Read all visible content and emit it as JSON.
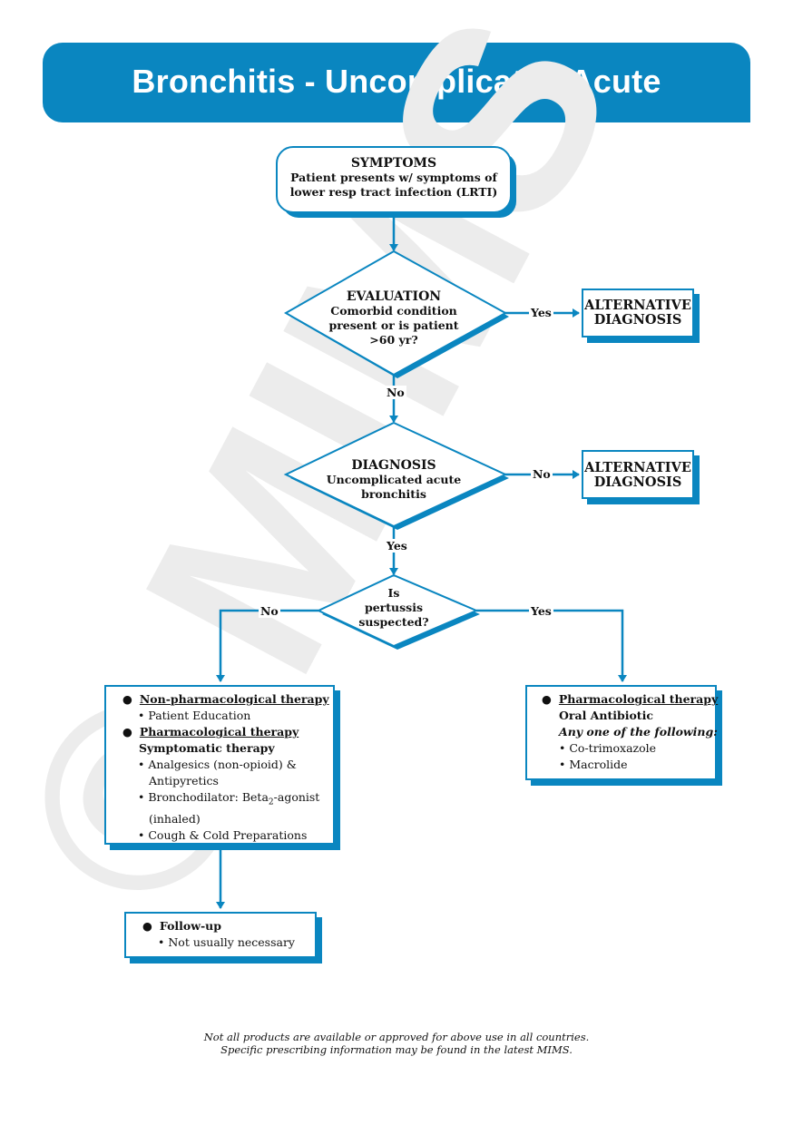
{
  "header": {
    "title": "Bronchitis - Uncomplicated Acute"
  },
  "watermark": {
    "text": "© MIMS"
  },
  "colors": {
    "accent": "#0a86c0"
  },
  "symptoms": {
    "title": "SYMPTOMS",
    "line1": "Patient presents w/ symptoms of",
    "line2": "lower resp tract infection (LRTI)"
  },
  "evaluation": {
    "title": "EVALUATION",
    "line1": "Comorbid condition",
    "line2": "present or is patient",
    "line3": ">60 yr?"
  },
  "alt1": {
    "line1": "ALTERNATIVE",
    "line2": "DIAGNOSIS"
  },
  "alt2": {
    "line1": "ALTERNATIVE",
    "line2": "DIAGNOSIS"
  },
  "diagnosis": {
    "title": "DIAGNOSIS",
    "line1": "Uncomplicated acute",
    "line2": "bronchitis"
  },
  "pertussis": {
    "line1": "Is",
    "line2": "pertussis",
    "line3": "suspected?"
  },
  "labels": {
    "eval_yes": "Yes",
    "eval_no": "No",
    "diag_no": "No",
    "diag_yes": "Yes",
    "pert_no": "No",
    "pert_yes": "Yes"
  },
  "left_box": {
    "nonpharm_heading": "Non-pharmacological therapy",
    "nonpharm_item": "Patient Education",
    "pharm_heading": "Pharmacological therapy",
    "sub_heading": "Symptomatic therapy",
    "item1_line1": "Analgesics (non-opioid) &",
    "item1_line2": "Antipyretics",
    "item2_pre": "Bronchodilator: Beta",
    "item2_sub": "2",
    "item2_post": "-agonist",
    "item2_line2": "(inhaled)",
    "item3": "Cough & Cold Preparations"
  },
  "right_box": {
    "heading": "Pharmacological therapy",
    "sub_heading": "Oral Antibiotic",
    "note": "Any one of the following:",
    "item1": "Co-trimoxazole",
    "item2": "Macrolide"
  },
  "followup": {
    "heading": "Follow-up",
    "item": "Not usually necessary"
  },
  "footer": {
    "line1": "Not all products are available or approved for above use in all countries.",
    "line2": "Specific prescribing information may be found in the latest MIMS."
  }
}
